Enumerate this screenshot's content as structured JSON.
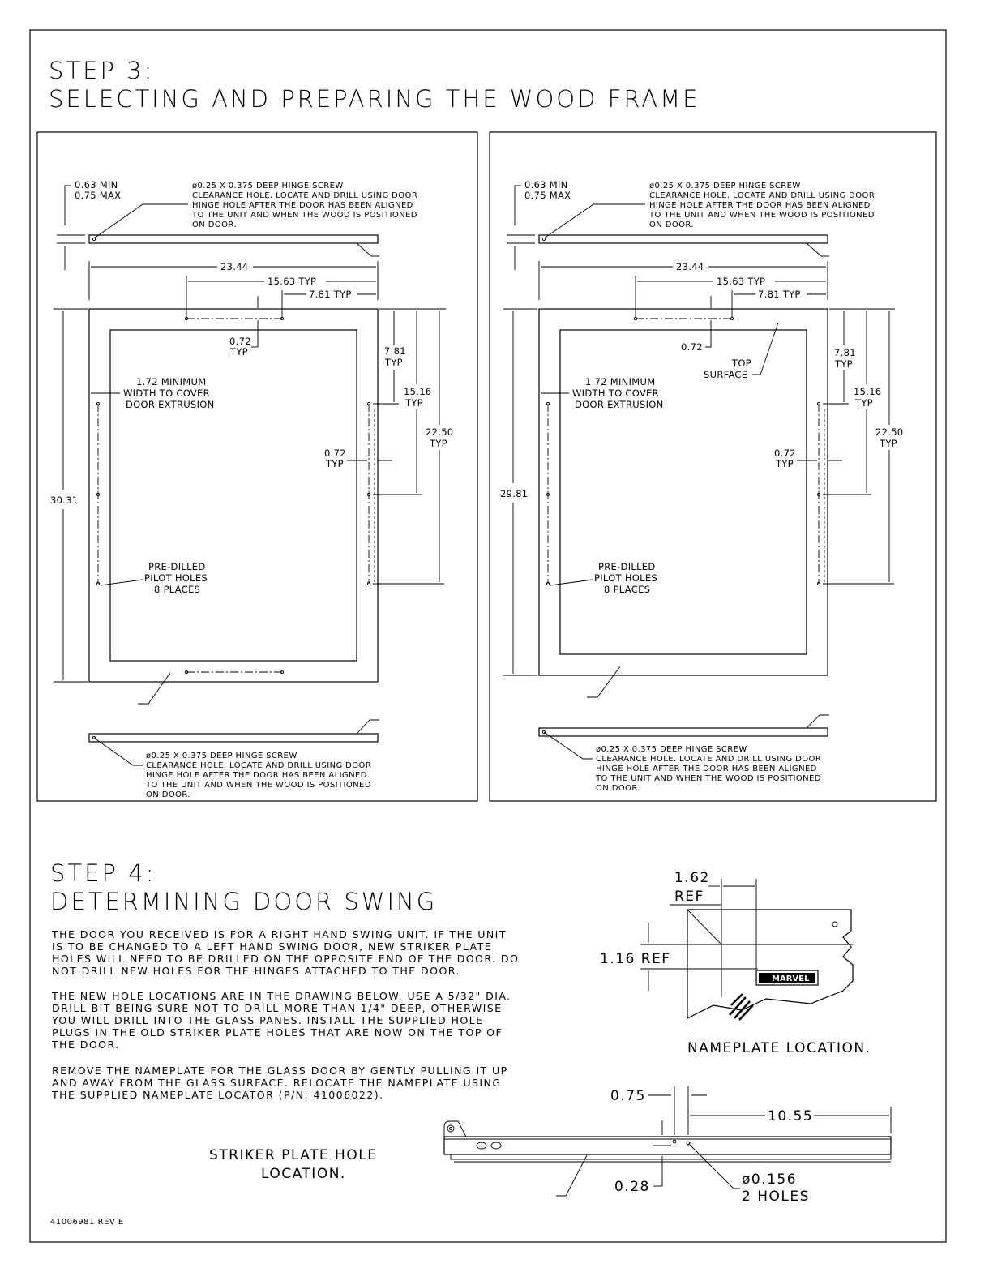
{
  "step3": {
    "label": "STEP 3:",
    "title": "SELECTING AND PREPARING THE WOOD FRAME"
  },
  "panels": [
    {
      "min_label": "0.63 MIN",
      "max_label": "0.75 MAX",
      "hinge_note_top": [
        "ø0.25 X 0.375 DEEP HINGE SCREW",
        "CLEARANCE HOLE. LOCATE AND DRILL USING DOOR",
        "HINGE HOLE AFTER THE DOOR HAS BEEN ALIGNED",
        "TO THE UNIT AND WHEN THE WOOD IS POSITIONED",
        "ON DOOR."
      ],
      "width": "23.44",
      "hole_span": "15.63 TYP",
      "hole_offset": "7.81 TYP",
      "inset_top": "0.72",
      "inset_top_typ": "TYP",
      "min_width": [
        "1.72 MINIMUM",
        "WIDTH TO COVER",
        "DOOR EXTRUSION"
      ],
      "right_781": "7.81",
      "right_1516": "15.16",
      "right_2250": "22.50",
      "typ": "TYP",
      "inset_side": "0.72",
      "height": "30.31",
      "pilot": [
        "PRE-DILLED",
        "PILOT HOLES",
        "8 PLACES"
      ],
      "hinge_note_bottom": [
        "ø0.25 X 0.375 DEEP HINGE SCREW",
        "CLEARANCE HOLE. LOCATE AND DRILL USING DOOR",
        "HINGE HOLE AFTER THE DOOR HAS BEEN ALIGNED",
        "TO THE UNIT AND WHEN THE WOOD IS POSITIONED",
        "ON DOOR."
      ]
    },
    {
      "min_label": "0.63 MIN",
      "max_label": "0.75 MAX",
      "hinge_note_top": [
        "ø0.25 X 0.375 DEEP HINGE SCREW",
        "CLEARANCE HOLE. LOCATE AND DRILL USING DOOR",
        "HINGE HOLE AFTER THE DOOR HAS BEEN ALIGNED",
        "TO THE UNIT AND WHEN THE WOOD IS POSITIONED",
        "ON DOOR."
      ],
      "width": "23.44",
      "hole_span": "15.63 TYP",
      "hole_offset": "7.81 TYP",
      "inset_top": "0.72",
      "top_surface": [
        "TOP",
        "SURFACE"
      ],
      "min_width": [
        "1.72 MINIMUM",
        "WIDTH TO COVER",
        "DOOR EXTRUSION"
      ],
      "right_781": "7.81",
      "right_1516": "15.16",
      "right_2250": "22.50",
      "typ": "TYP",
      "inset_side": "0.72",
      "height": "29.81",
      "pilot": [
        "PRE-DILLED",
        "PILOT HOLES",
        "8 PLACES"
      ],
      "hinge_note_bottom": [
        "ø0.25 X 0.375 DEEP HINGE SCREW",
        "CLEARANCE HOLE. LOCATE AND DRILL USING DOOR",
        "HINGE HOLE AFTER THE DOOR HAS BEEN ALIGNED",
        "TO THE UNIT AND WHEN THE WOOD IS POSITIONED",
        "ON DOOR."
      ]
    }
  ],
  "step4": {
    "label": "STEP 4:",
    "title": "DETERMINING DOOR SWING",
    "paragraphs": [
      [
        "THE DOOR YOU RECEIVED IS FOR A RIGHT HAND SWING UNIT. IF THE UNIT",
        "IS TO BE CHANGED TO A LEFT HAND SWING DOOR, NEW STRIKER PLATE",
        "HOLES WILL NEED TO BE DRILLED ON THE OPPOSITE END OF THE DOOR. DO",
        "NOT DRILL NEW HOLES FOR THE HINGES ATTACHED TO THE DOOR."
      ],
      [
        "THE NEW HOLE LOCATIONS ARE IN THE DRAWING BELOW. USE A 5/32\" DIA.",
        "DRILL BIT BEING SURE NOT TO DRILL MORE THAN 1/4\" DEEP, OTHERWISE",
        "YOU WILL DRILL INTO THE GLASS PANES. INSTALL THE SUPPLIED HOLE",
        "PLUGS IN THE OLD STRIKER PLATE HOLES THAT ARE NOW ON THE TOP OF",
        "THE DOOR."
      ],
      [
        "REMOVE THE NAMEPLATE FOR THE GLASS DOOR BY GENTLY PULLING IT UP",
        "AND AWAY FROM THE GLASS SURFACE. RELOCATE THE NAMEPLATE USING",
        "THE SUPPLIED NAMEPLATE LOCATOR (P/N: 41006022)."
      ]
    ],
    "nameplate": {
      "dim_x": "1.62",
      "ref": "REF",
      "dim_y": "1.16  REF",
      "brand": "MARVEL",
      "caption": "NAMEPLATE LOCATION."
    },
    "striker": {
      "caption": [
        "STRIKER PLATE HOLE",
        "LOCATION."
      ],
      "dim_075": "0.75",
      "dim_1055": "10.55",
      "dim_028": "0.28",
      "hole_dia": "ø0.156",
      "hole_count": "2 HOLES"
    }
  },
  "footer": {
    "doc_number": "41006981 REV E"
  }
}
